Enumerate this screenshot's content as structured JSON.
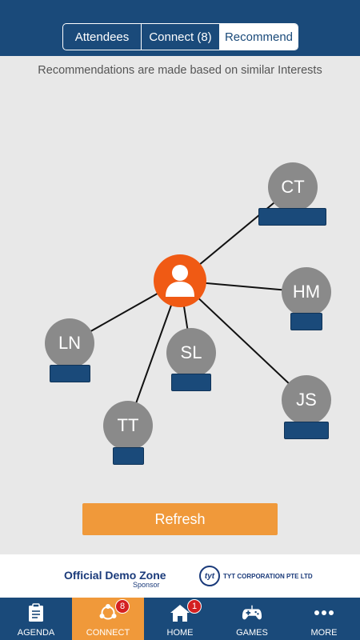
{
  "header": {
    "segments": [
      {
        "label": "Attendees",
        "active": false
      },
      {
        "label": "Connect (8)",
        "active": false
      },
      {
        "label": "Recommend",
        "active": true
      }
    ]
  },
  "subtitle": "Recommendations are made based on similar Interests",
  "graph": {
    "center_icon": "user-avatar-icon",
    "peers": [
      {
        "initials": "CT"
      },
      {
        "initials": "HM"
      },
      {
        "initials": "LN"
      },
      {
        "initials": "SL"
      },
      {
        "initials": "JS"
      },
      {
        "initials": "TT"
      }
    ]
  },
  "refresh_label": "Refresh",
  "sponsor": {
    "title": "Official Demo Zone",
    "subtitle": "Sponsor",
    "corp_logo": "tyt",
    "corp_name": "TYT CORPORATION PTE LTD"
  },
  "tabbar": {
    "tabs": [
      {
        "label": "AGENDA",
        "icon": "clipboard-icon",
        "badge": null
      },
      {
        "label": "CONNECT",
        "icon": "connect-icon",
        "badge": "8",
        "active": true
      },
      {
        "label": "HOME",
        "icon": "home-icon",
        "badge": "1"
      },
      {
        "label": "GAMES",
        "icon": "gamepad-icon",
        "badge": null
      },
      {
        "label": "MORE",
        "icon": "more-icon",
        "badge": null
      }
    ]
  },
  "colors": {
    "header_bg": "#1a4a7a",
    "accent_orange": "#f0993a",
    "avatar_orange": "#f05a14",
    "peer_gray": "#8a8a8a",
    "badge_red": "#d42020"
  }
}
